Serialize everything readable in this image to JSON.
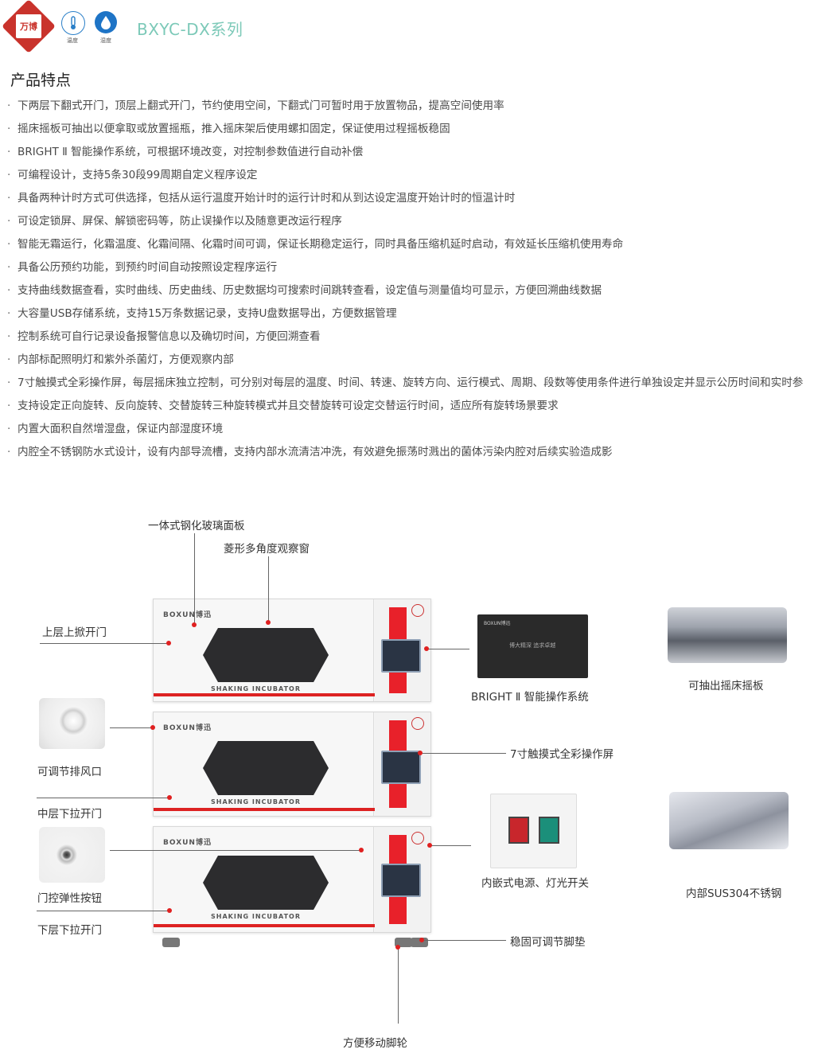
{
  "header": {
    "logo_text": "万博",
    "temp_icon_label": "温度",
    "humidity_icon_label": "湿度",
    "series": "BXYC-DX系列"
  },
  "section_title": "产品特点",
  "features": [
    "下两层下翻式开门，顶层上翻式开门，节约使用空间，下翻式门可暂时用于放置物品，提高空间使用率",
    "摇床摇板可抽出以便拿取或放置摇瓶，推入摇床架后使用螺扣固定，保证使用过程摇板稳固",
    "BRIGHT Ⅱ 智能操作系统，可根据环境改变，对控制参数值进行自动补偿",
    "可编程设计，支持5条30段99周期自定义程序设定",
    "具备两种计时方式可供选择，包括从运行温度开始计时的运行计时和从到达设定温度开始计时的恒温计时",
    "可设定锁屏、屏保、解锁密码等，防止误操作以及随意更改运行程序",
    "智能无霜运行，化霜温度、化霜间隔、化霜时间可调，保证长期稳定运行，同时具备压缩机延时启动，有效延长压缩机使用寿命",
    "具备公历预约功能，到预约时间自动按照设定程序运行",
    "支持曲线数据查看，实时曲线、历史曲线、历史数据均可搜索时间跳转查看，设定值与测量值均可显示，方便回溯曲线数据",
    "大容量USB存储系统，支持15万条数据记录，支持U盘数据导出，方便数据管理",
    "控制系统可自行记录设备报警信息以及确切时间，方便回溯查看",
    "内部标配照明灯和紫外杀菌灯，方便观察内部",
    "7寸触摸式全彩操作屏，每层摇床独立控制，可分别对每层的温度、时间、转速、旋转方向、运行模式、周期、段数等使用条件进行单独设定并显示公历时间和实时参",
    "支持设定正向旋转、反向旋转、交替旋转三种旋转模式并且交替旋转可设定交替运行时间，适应所有旋转场景要求",
    "内置大面积自然增湿盘，保证内部湿度环境",
    "内腔全不锈钢防水式设计，设有内部导流槽，支持内部水流清洁冲洗，有效避免振荡时溅出的菌体污染内腔对后续实验造成影"
  ],
  "diagram": {
    "brand": "BOXUN博迅",
    "unit_label": "SHAKING INCUBATOR",
    "callouts": {
      "glass_panel": "一体式钢化玻璃面板",
      "diamond_window": "菱形多角度观察窗",
      "top_door": "上层上掀开门",
      "vent": "可调节排风口",
      "mid_door": "中层下拉开门",
      "door_button": "门控弹性按钮",
      "bottom_door": "下层下拉开门",
      "bright_system": "BRIGHT Ⅱ 智能操作系统",
      "touch_screen": "7寸触摸式全彩操作屏",
      "power_switch": "内嵌式电源、灯光开关",
      "feet": "稳固可调节脚垫",
      "casters": "方便移动脚轮",
      "shaker_tray": "可抽出摇床摇板",
      "sus304": "内部SUS304不锈钢"
    },
    "screen_text": "博大精深 追求卓越"
  }
}
